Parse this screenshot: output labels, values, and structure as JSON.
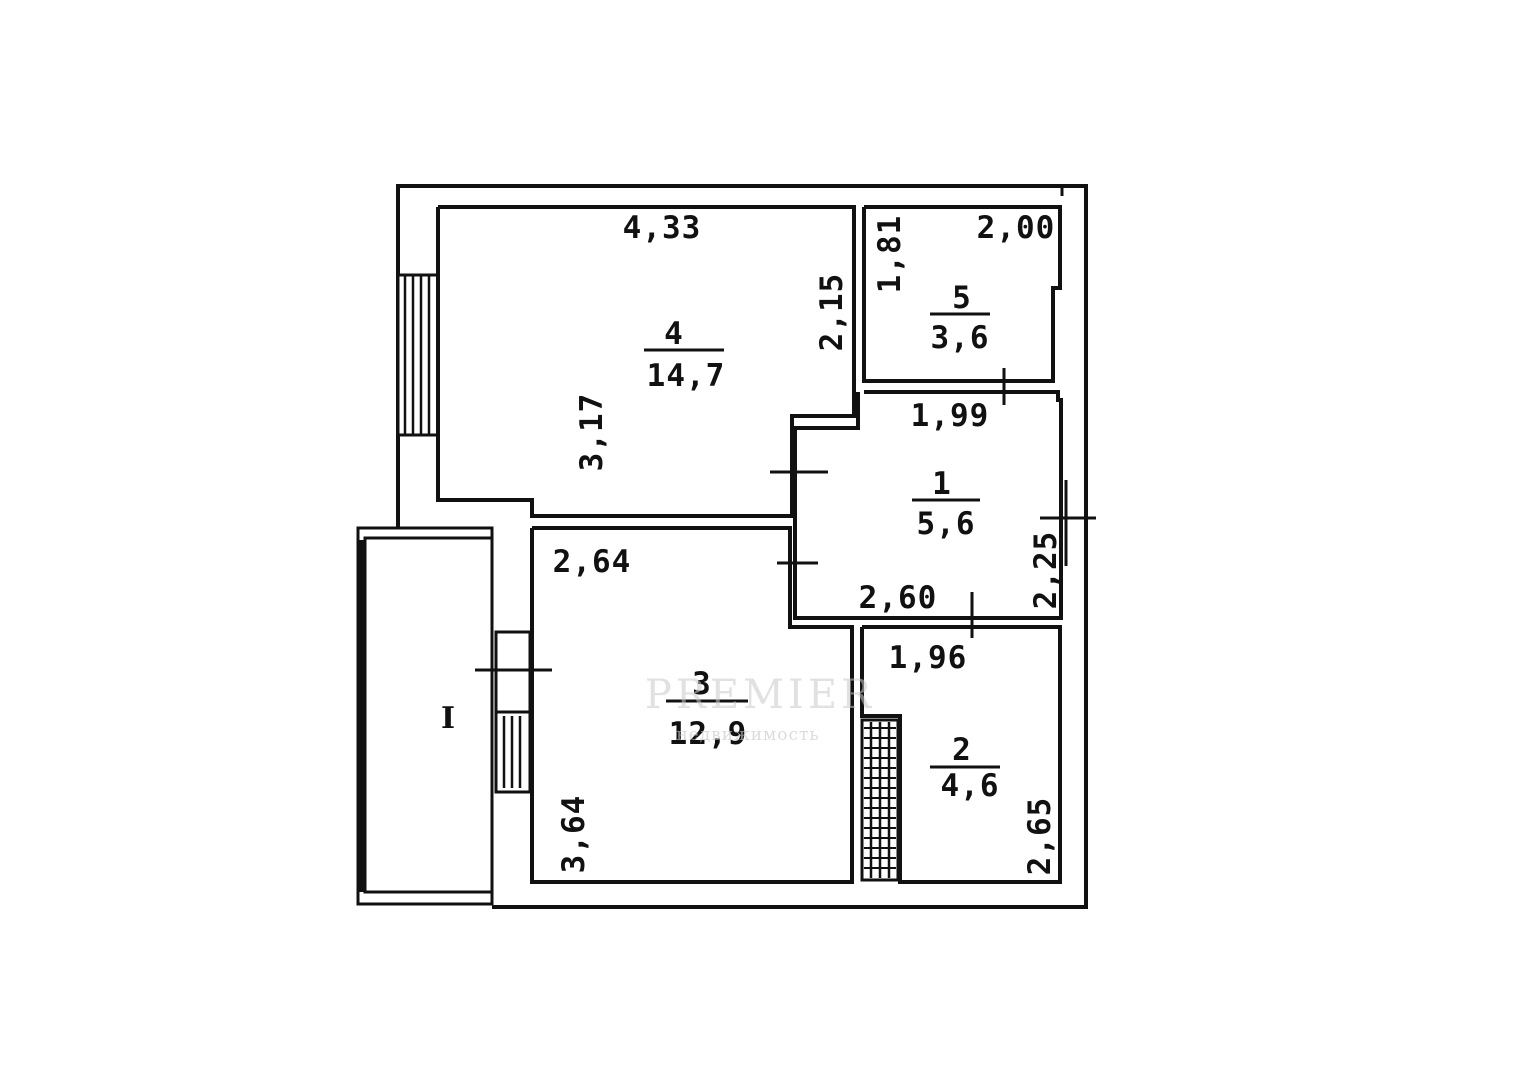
{
  "rooms": [
    {
      "id": "1",
      "area": "5,6"
    },
    {
      "id": "2",
      "area": "4,6"
    },
    {
      "id": "3",
      "area": "12,9"
    },
    {
      "id": "4",
      "area": "14,7"
    },
    {
      "id": "5",
      "area": "3,6"
    }
  ],
  "balcony": {
    "label": "I"
  },
  "dimensions": {
    "room4_top": "4,33",
    "room4_right": "2,15",
    "room4_left": "3,17",
    "room5_left": "1,81",
    "room5_top": "2,00",
    "room1_top": "1,99",
    "room1_bottom": "2,60",
    "room1_right": "2,25",
    "room3_top": "2,64",
    "room3_left": "3,64",
    "room2_top": "1,96",
    "room2_right": "2,65"
  },
  "watermark": {
    "brand": "PREMIER",
    "subtitle": "недвижимость"
  }
}
